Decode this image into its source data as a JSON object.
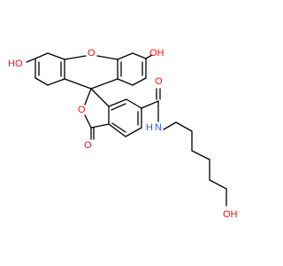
{
  "molecule": {
    "atom_labels": {
      "ho_left": "HO",
      "xanthene_o": "O",
      "oh_right": "OH",
      "lactone_o": "O",
      "carbonyl_o_lactone": "O",
      "amide_o": "O",
      "amide_n": "N",
      "amide_h": "H",
      "terminal_oh": "OH"
    },
    "colors": {
      "bond": "#000000",
      "oxygen": "#ff0d0d",
      "nitrogen": "#3050f8"
    }
  }
}
